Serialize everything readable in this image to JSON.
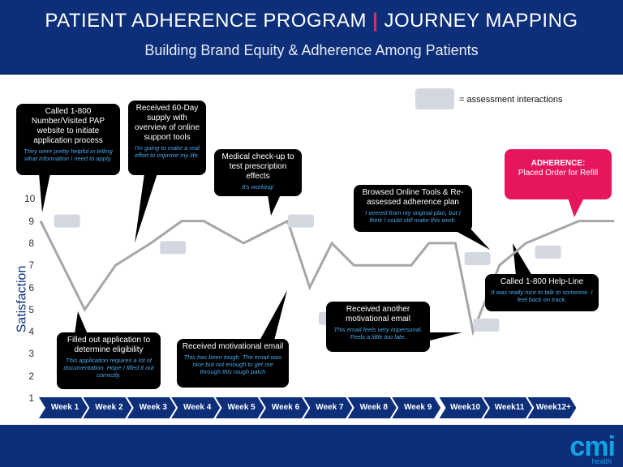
{
  "header": {
    "title_left": "PATIENT ADHERENCE PROGRAM",
    "title_sep": "|",
    "title_right": "JOURNEY MAPPING",
    "subtitle": "Building Brand Equity & Adherence Among Patients"
  },
  "legend": {
    "text": "= assessment interactions"
  },
  "axis": {
    "ylabel": "Satisfaction",
    "yticks": [
      "10",
      "9",
      "8",
      "7",
      "6",
      "5",
      "4",
      "3",
      "2",
      "1"
    ]
  },
  "chart_data": {
    "type": "line",
    "ylabel": "Satisfaction",
    "ylim": [
      1,
      10
    ],
    "categories": [
      "Week 1",
      "Week 2",
      "Week 3",
      "Week 4",
      "Week 5",
      "Week 6",
      "Week 7",
      "Week 8",
      "Week 9",
      "Week 10",
      "Week 11",
      "Week 12+"
    ],
    "points": [
      {
        "x": 0.0,
        "y": 9
      },
      {
        "x": 1.0,
        "y": 5
      },
      {
        "x": 1.7,
        "y": 7
      },
      {
        "x": 2.5,
        "y": 8
      },
      {
        "x": 3.2,
        "y": 9
      },
      {
        "x": 3.7,
        "y": 9
      },
      {
        "x": 4.6,
        "y": 8
      },
      {
        "x": 5.6,
        "y": 9
      },
      {
        "x": 6.1,
        "y": 6
      },
      {
        "x": 6.6,
        "y": 8
      },
      {
        "x": 7.1,
        "y": 7
      },
      {
        "x": 8.4,
        "y": 7
      },
      {
        "x": 8.8,
        "y": 8
      },
      {
        "x": 9.4,
        "y": 8
      },
      {
        "x": 9.8,
        "y": 4
      },
      {
        "x": 10.4,
        "y": 7
      },
      {
        "x": 11.0,
        "y": 8
      },
      {
        "x": 11.6,
        "y": 8.5
      },
      {
        "x": 12.2,
        "y": 9
      },
      {
        "x": 13.0,
        "y": 9
      }
    ],
    "line_color": "#a6a6a6",
    "assessments": [
      {
        "x": 0.6,
        "y": 9
      },
      {
        "x": 3.0,
        "y": 7.8
      },
      {
        "x": 5.9,
        "y": 9
      },
      {
        "x": 6.6,
        "y": 4.6
      },
      {
        "x": 9.9,
        "y": 7.3
      },
      {
        "x": 10.1,
        "y": 4.3
      },
      {
        "x": 11.5,
        "y": 7.6
      }
    ]
  },
  "bubbles": [
    {
      "id": "b1",
      "heading": "Called 1-800 Number/Visited PAP website to initiate application process",
      "quote": "They were pretty helpful in telling what information I need to apply."
    },
    {
      "id": "b2",
      "heading": "Received 60-Day supply with overview of online support tools",
      "quote": "I'm going to make a real effort to improve my life."
    },
    {
      "id": "b3",
      "heading": "Medical check-up to test prescription effects",
      "quote": "It's working!"
    },
    {
      "id": "b4",
      "heading": "Browsed Online Tools & Re-assessed adherence plan",
      "quote": "I veered from my original plan, but I think I could still make this work."
    },
    {
      "id": "b5",
      "heading": "ADHERENCE:",
      "heading2": "Placed Order for Refill",
      "quote": ""
    },
    {
      "id": "b6",
      "heading": "Filled out application to determine eligibility",
      "quote": "This application requires a lot of documentation. Hope I filled it out correctly."
    },
    {
      "id": "b7",
      "heading": "Received motivational email",
      "quote": "This has been tough. The email was nice but not enough to get me through this rough patch"
    },
    {
      "id": "b8",
      "heading": "Received another motivational email",
      "quote": "This email feels very impersonal. Feels a little too late."
    },
    {
      "id": "b9",
      "heading": "Called 1-800 Help-Line",
      "quote": "It was really nice to talk to someone. I feel back on track."
    }
  ],
  "weeks": [
    {
      "line1": "Week 1",
      "line2": ""
    },
    {
      "line1": "Week 2",
      "line2": ""
    },
    {
      "line1": "Week 3",
      "line2": ""
    },
    {
      "line1": "Week 4",
      "line2": ""
    },
    {
      "line1": "Week 5",
      "line2": ""
    },
    {
      "line1": "Week 6",
      "line2": ""
    },
    {
      "line1": "Week 7",
      "line2": ""
    },
    {
      "line1": "Week 8",
      "line2": ""
    },
    {
      "line1": "Week 9",
      "line2": ""
    },
    {
      "line1": "Week",
      "line2": "10"
    },
    {
      "line1": "Week",
      "line2": "11"
    },
    {
      "line1": "Week",
      "line2": "12+"
    }
  ],
  "colors": {
    "navy": "#0d2f7a",
    "accent_pink": "#e5175a",
    "chevron": "#0d2f7a",
    "quote_blue": "#4aa8e8"
  },
  "footer": {
    "logo": "cmi",
    "logo_sub": "health"
  }
}
